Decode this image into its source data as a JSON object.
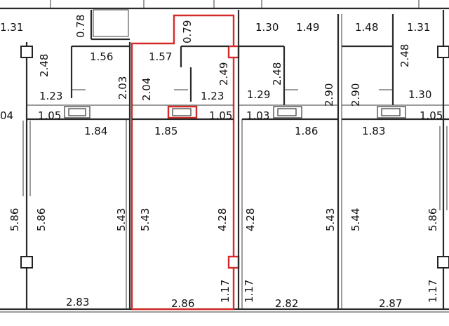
{
  "dimensions": [
    {
      "text": "1.31"
    },
    {
      "text": "0.78"
    },
    {
      "text": "0.79"
    },
    {
      "text": "1.30"
    },
    {
      "text": "1.49"
    },
    {
      "text": "1.48"
    },
    {
      "text": "1.31"
    },
    {
      "text": "2.48"
    },
    {
      "text": "1.56"
    },
    {
      "text": "1.57"
    },
    {
      "text": "2.49"
    },
    {
      "text": "2.48"
    },
    {
      "text": "2.48"
    },
    {
      "text": "2.03"
    },
    {
      "text": "2.04"
    },
    {
      "text": "1.23"
    },
    {
      "text": "1.23"
    },
    {
      "text": "1.29"
    },
    {
      "text": "2.90"
    },
    {
      "text": "2.90"
    },
    {
      "text": "1.30"
    },
    {
      "text": "04"
    },
    {
      "text": "1.05"
    },
    {
      "text": "1.05"
    },
    {
      "text": "1.03"
    },
    {
      "text": "1.05"
    },
    {
      "text": "1.84"
    },
    {
      "text": "1.85"
    },
    {
      "text": "1.86"
    },
    {
      "text": "1.83"
    },
    {
      "text": "5.86"
    },
    {
      "text": "5.86"
    },
    {
      "text": "5.43"
    },
    {
      "text": "5.43"
    },
    {
      "text": "4.28"
    },
    {
      "text": "4.28"
    },
    {
      "text": "5.43"
    },
    {
      "text": "5.44"
    },
    {
      "text": "5.86"
    },
    {
      "text": "2.83"
    },
    {
      "text": "2.86"
    },
    {
      "text": "1.17"
    },
    {
      "text": "1.17"
    },
    {
      "text": "2.82"
    },
    {
      "text": "2.87"
    },
    {
      "text": "1.17"
    }
  ],
  "colors": {
    "highlight": "#d42a2a",
    "wall": "#2a2a2a",
    "background": "#ffffff"
  }
}
